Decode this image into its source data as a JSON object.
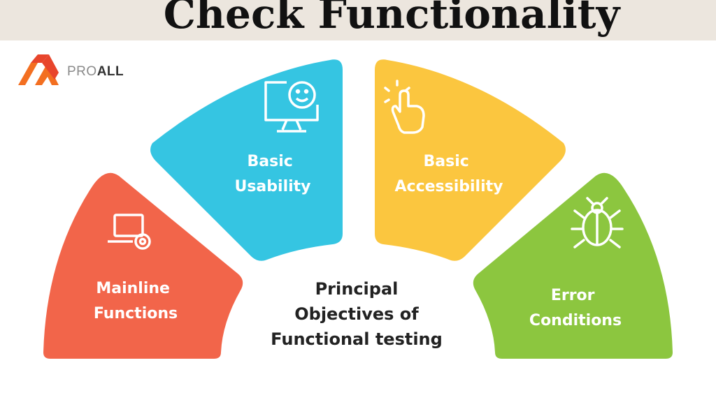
{
  "title": "Check Functionality",
  "brand": {
    "pro": "PRO",
    "all": "ALL"
  },
  "center_text": [
    "Principal",
    "Objectives of",
    "Functional testing"
  ],
  "segments": [
    {
      "lines": [
        "Mainline",
        "Functions"
      ],
      "icon": "laptop-gear-icon",
      "color": "#f2654a"
    },
    {
      "lines": [
        "Basic",
        "Usability"
      ],
      "icon": "monitor-smiley-icon",
      "color": "#35c5e2"
    },
    {
      "lines": [
        "Basic",
        "Accessibility"
      ],
      "icon": "tap-hand-icon",
      "color": "#fbc63f"
    },
    {
      "lines": [
        "Error",
        "Conditions"
      ],
      "icon": "bug-icon",
      "color": "#8cc63f"
    }
  ],
  "colors": {
    "logo_orange": "#f36f21",
    "logo_red": "#e8452c",
    "topbar": "#ece6de"
  }
}
